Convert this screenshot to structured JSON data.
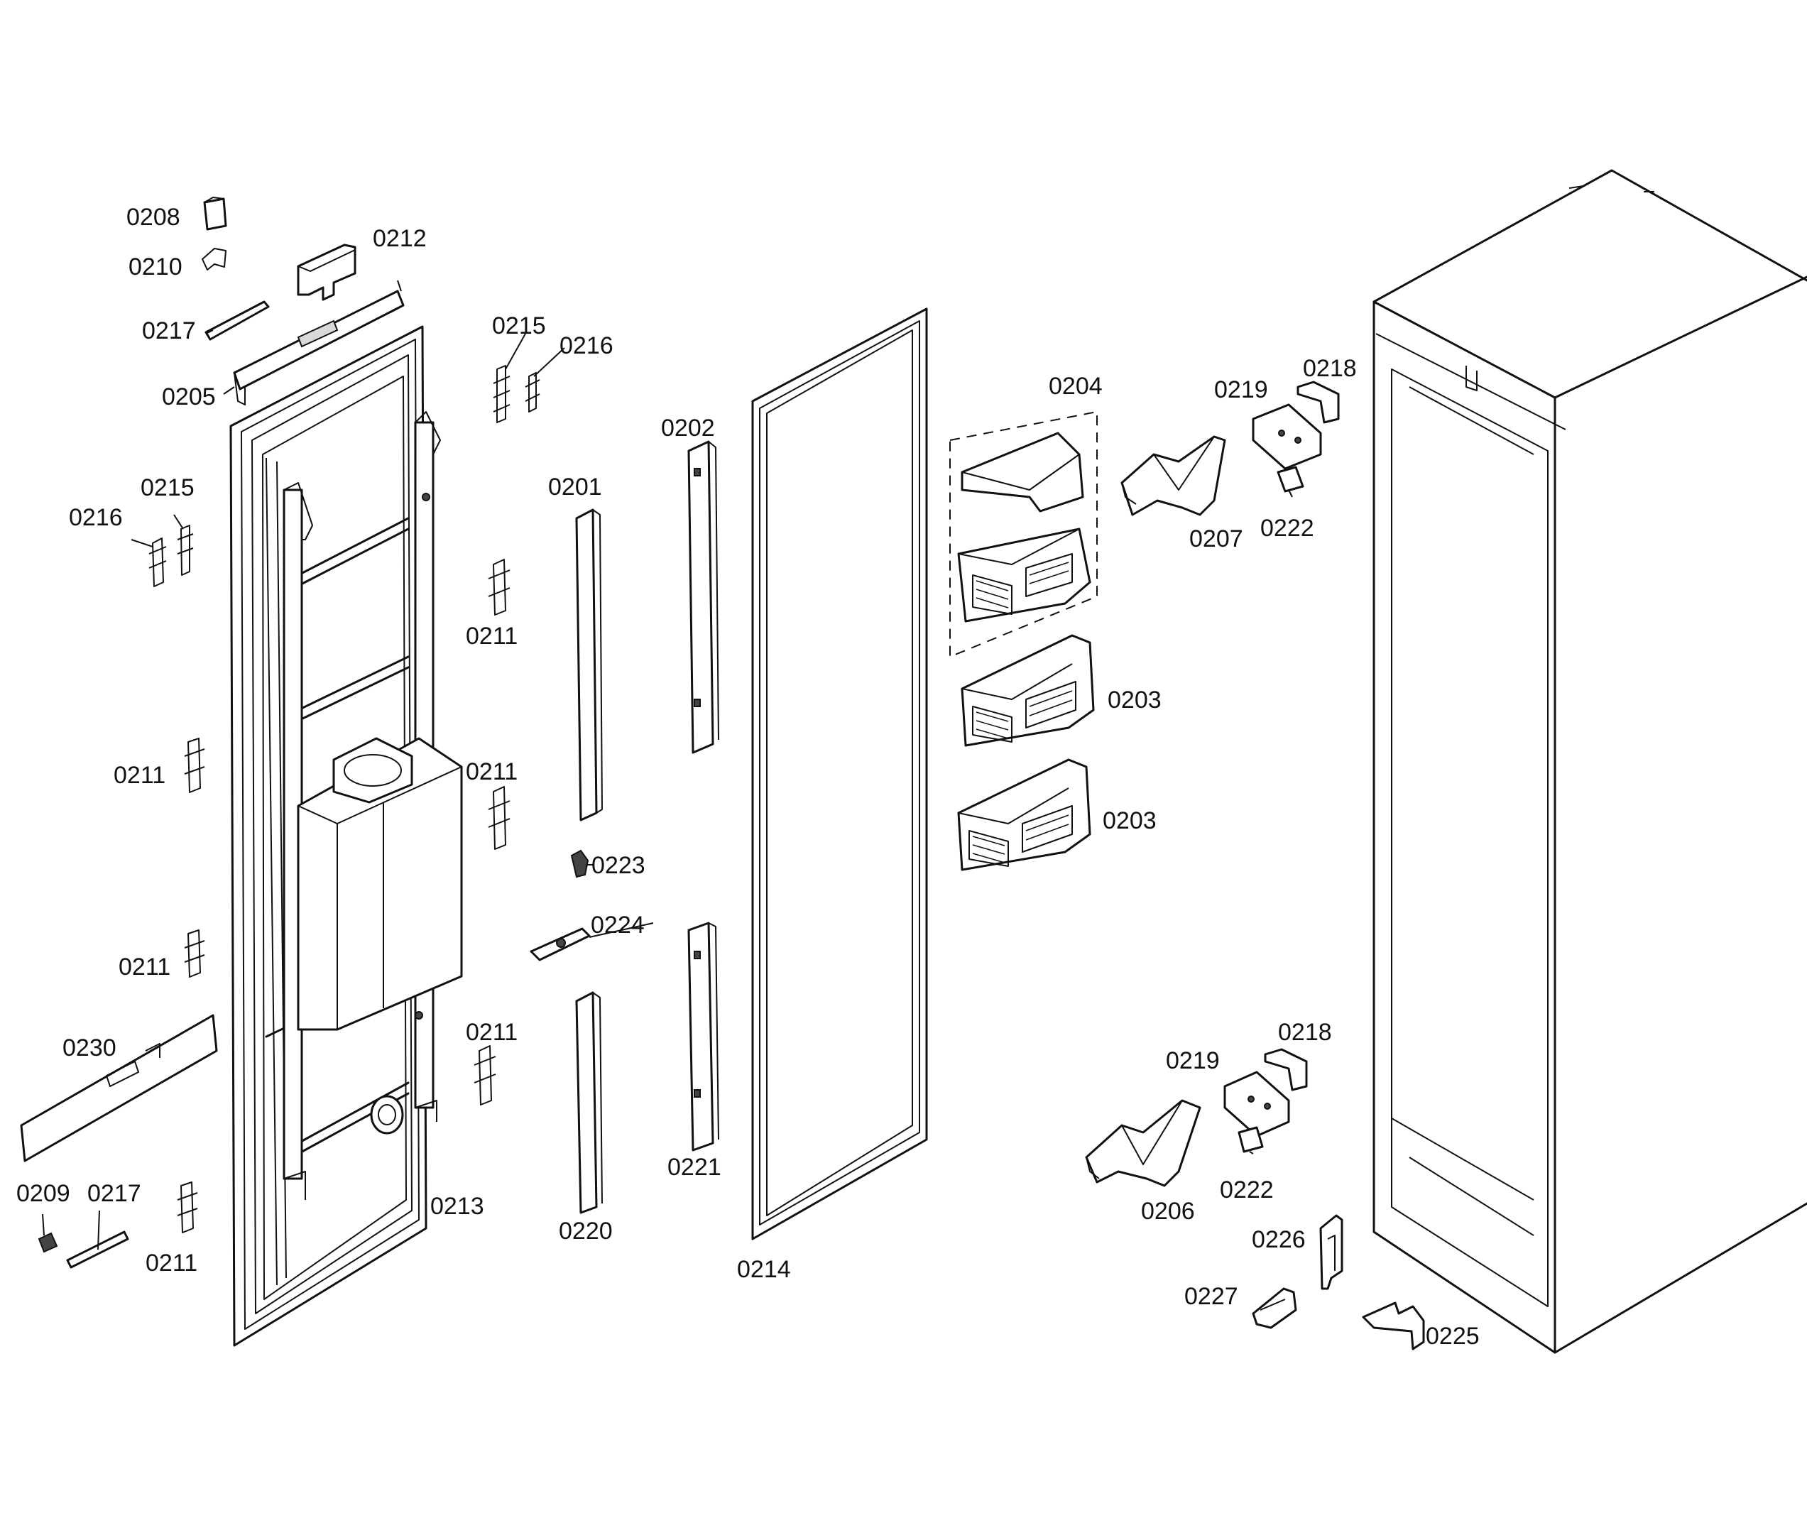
{
  "labels": {
    "p0208": "0208",
    "p0210": "0210",
    "p0212": "0212",
    "p0217_top": "0217",
    "p0205": "0205",
    "p0215_top": "0215",
    "p0216_top": "0216",
    "p0215_left": "0215",
    "p0216_left": "0216",
    "p0211_a": "0211",
    "p0211_b": "0211",
    "p0211_c": "0211",
    "p0211_d": "0211",
    "p0211_e": "0211",
    "p0211_f": "0211",
    "p0230": "0230",
    "p0209": "0209",
    "p0217_bottom": "0217",
    "p0213": "0213",
    "p0201": "0201",
    "p0202": "0202",
    "p0223": "0223",
    "p0224": "0224",
    "p0220": "0220",
    "p0221": "0221",
    "p0214": "0214",
    "p0204": "0204",
    "p0203_a": "0203",
    "p0203_b": "0203",
    "p0219_top": "0219",
    "p0218_top": "0218",
    "p0207": "0207",
    "p0222_top": "0222",
    "p0218_bottom": "0218",
    "p0219_bottom": "0219",
    "p0222_bottom": "0222",
    "p0206": "0206",
    "p0226": "0226",
    "p0227": "0227",
    "p0225": "0225"
  }
}
